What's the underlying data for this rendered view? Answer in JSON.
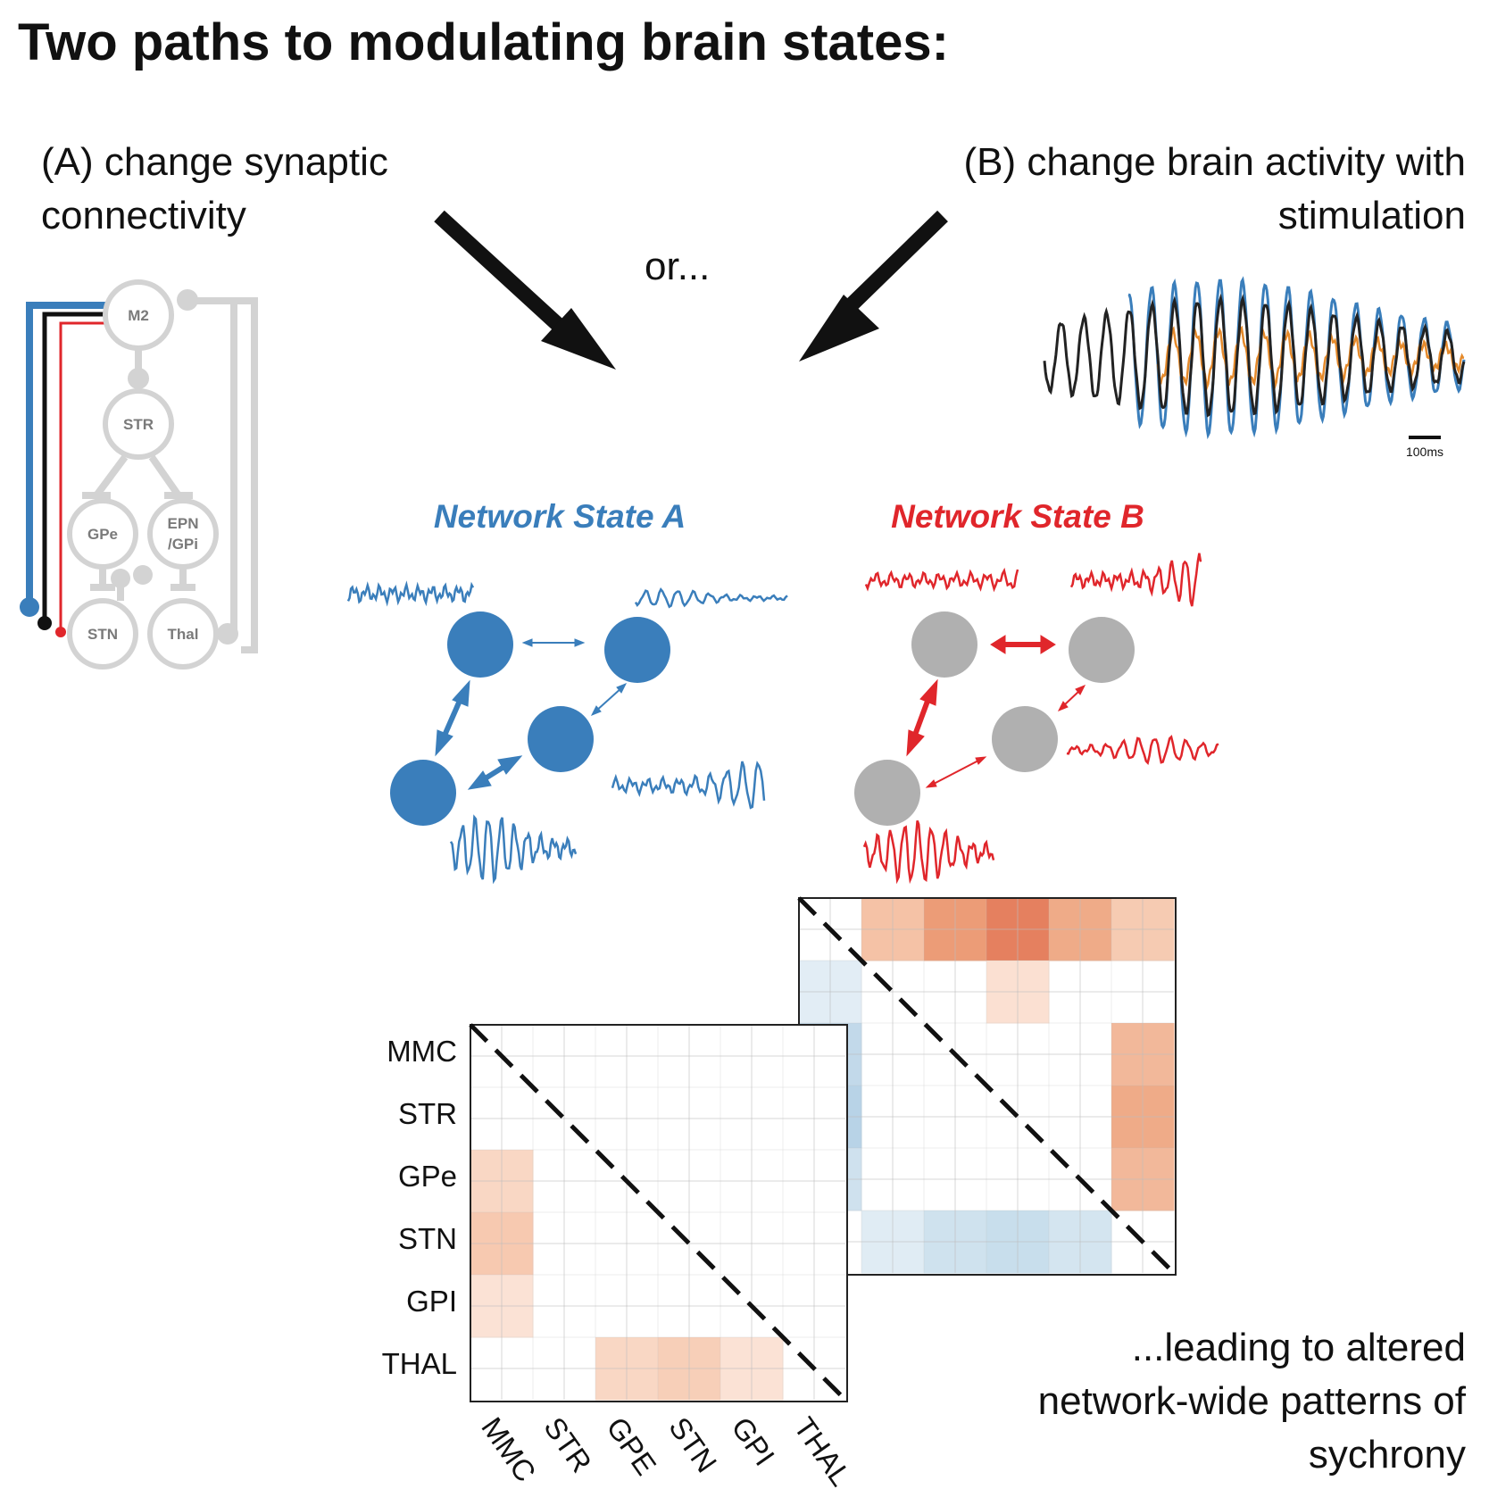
{
  "title": "Two paths to modulating brain states:",
  "path_a": {
    "line1": "(A) change synaptic",
    "line2": "connectivity"
  },
  "path_b": {
    "line1": "(B) change brain activity with",
    "line2": "stimulation"
  },
  "or_text": "or...",
  "conclusion": {
    "line1": "...leading to altered",
    "line2": "network-wide patterns of",
    "line3": "sychrony"
  },
  "circuit": {
    "nodes": [
      "M2",
      "STR",
      "GPe",
      "EPN",
      "/GPi",
      "STN",
      "Thal"
    ]
  },
  "scale_bar_label": "100ms",
  "network_a": {
    "title": "Network State A",
    "color": "#3a7ebb"
  },
  "network_b": {
    "title": "Network State B",
    "color": "#e0262b",
    "node_color": "#b0b0b0"
  },
  "matrix": {
    "row_labels": [
      "MMC",
      "STR",
      "GPe",
      "STN",
      "GPI",
      "THAL"
    ],
    "col_labels": [
      "MMC",
      "STR",
      "GPE",
      "STN",
      "GPI",
      "THAL"
    ],
    "warm_color": "#e8734f",
    "cool_color": "#6ea6cd"
  },
  "colors": {
    "blue": "#3a7ebb",
    "red": "#e0262b",
    "black": "#111111",
    "gray": "#d3d3d3",
    "orange": "#e58a2b"
  }
}
